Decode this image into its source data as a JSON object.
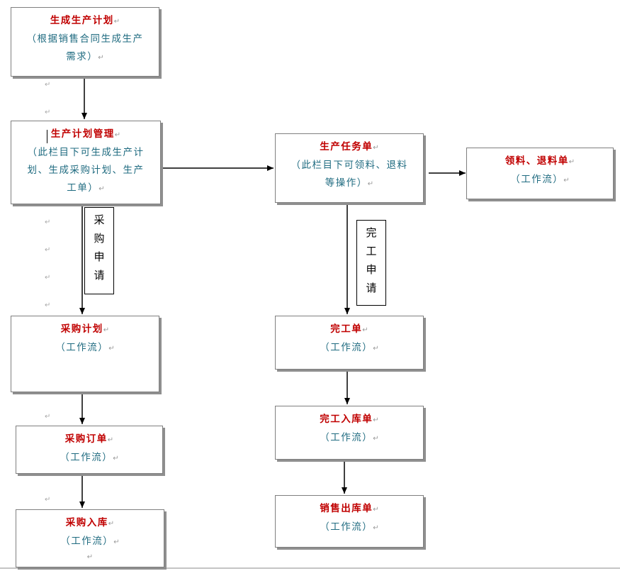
{
  "paragraph_mark": "↵",
  "boxes": {
    "gen_plan": {
      "title": "生成生产计划",
      "line1": "（根据销售合同生成生产",
      "line2": "需求）"
    },
    "plan_mgmt": {
      "title": "生产计划管理",
      "line1": "（此栏目下可生成生产计",
      "line2": "划、生成采购计划、生产",
      "line3": "工单）"
    },
    "task": {
      "title": "生产任务单",
      "line1": "（此栏目下可领料、退料",
      "line2": "等操作）"
    },
    "material": {
      "title": "领料、退料单",
      "line1": "（工作流）"
    },
    "purchase_plan": {
      "title": "采购计划",
      "line1": "（工作流）"
    },
    "purchase_order": {
      "title": "采购订单",
      "line1": "（工作流）"
    },
    "purchase_in": {
      "title": "采购入库",
      "line1": "（工作流）"
    },
    "complete": {
      "title": "完工单",
      "line1": "（工作流）"
    },
    "complete_in": {
      "title": "完工入库单",
      "line1": "（工作流）"
    },
    "sales_out": {
      "title": "销售出库单",
      "line1": "（工作流）"
    }
  },
  "labels": {
    "purchase_request": [
      "采",
      "购",
      "申",
      "请"
    ],
    "completion_request": [
      "完",
      "工",
      "申",
      "请"
    ]
  }
}
